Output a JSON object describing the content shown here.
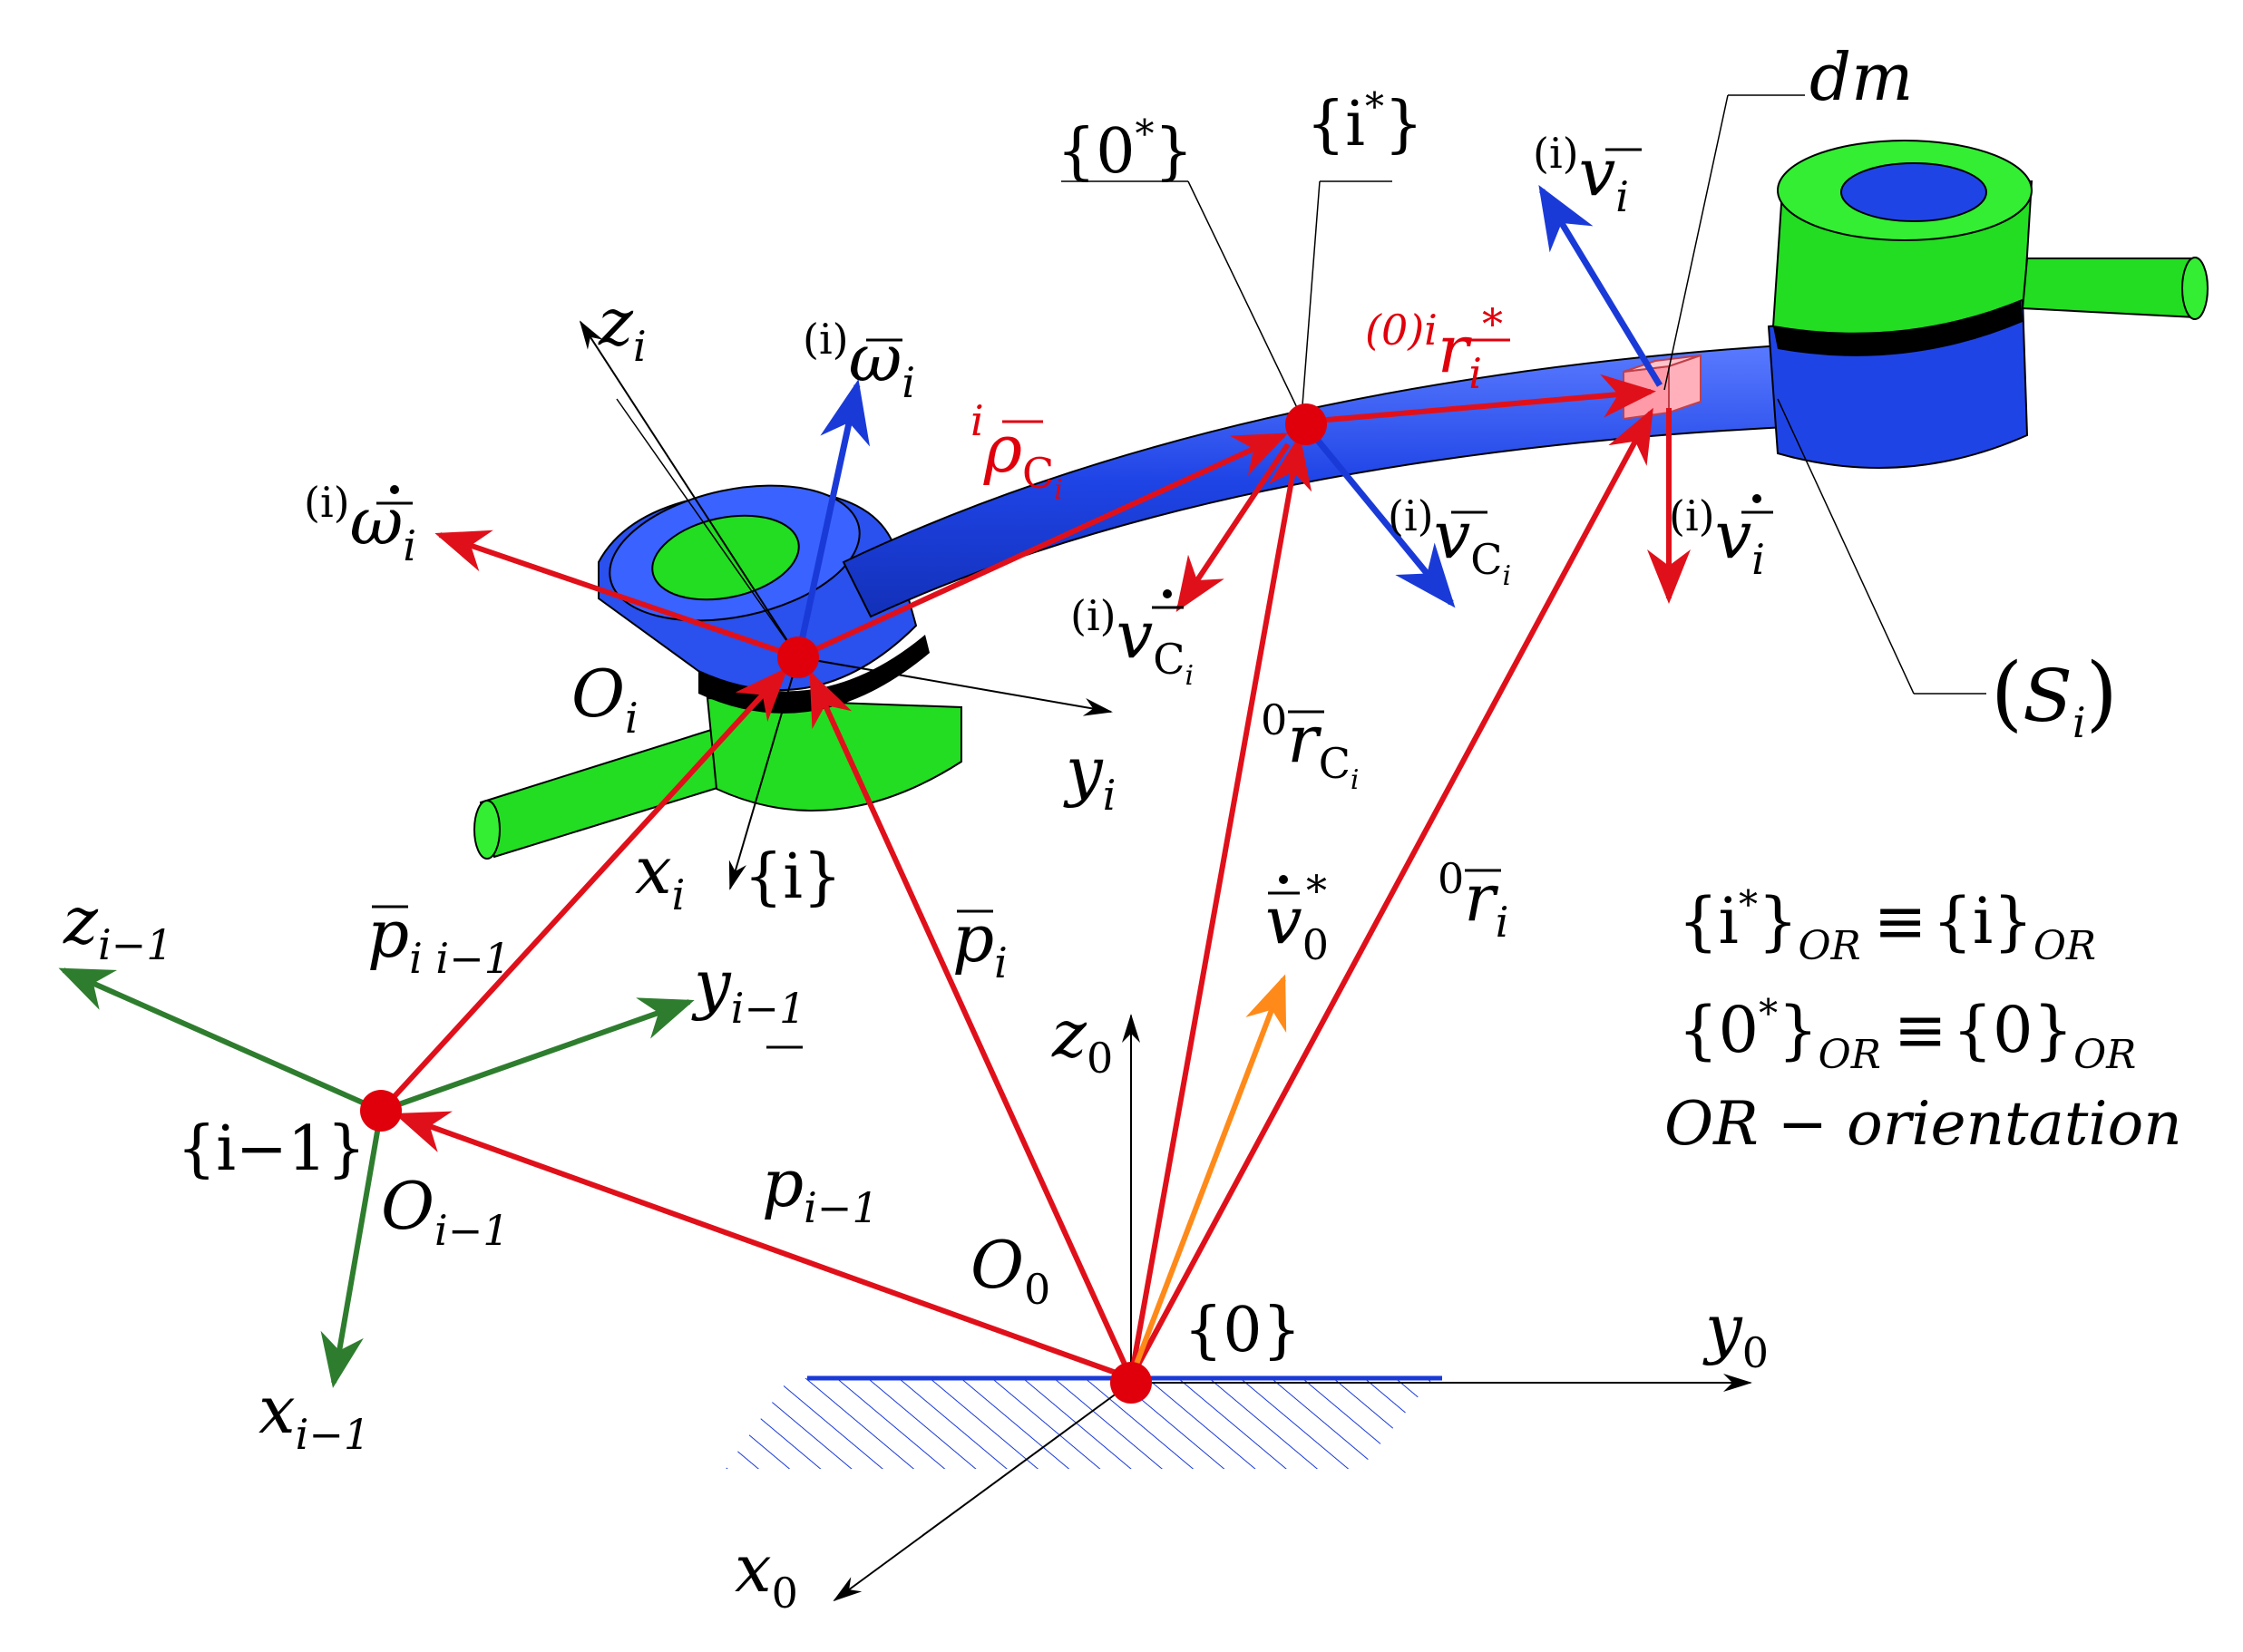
{
  "colors": {
    "position_vector": "#e0101a",
    "velocity_vector": "#1a3ad8",
    "frame_axis_prev": "#2e7d2e",
    "frame_axis_base": "#000000",
    "link_body": "#1f44e6",
    "joint_collar": "#22dd22",
    "ground": "#1a3ad8",
    "acc_base": "#ff8a1a",
    "mass_element": "#ff9aa8"
  },
  "frames": {
    "base": {
      "set": "{0}",
      "origin": "O",
      "origin_sub": "0",
      "x": "x",
      "x_sub": "0",
      "y": "y",
      "y_sub": "0",
      "z": "z",
      "z_sub": "0"
    },
    "prev": {
      "set": "{i−1}",
      "origin": "O",
      "origin_sub": "i−1",
      "x": "x",
      "x_sub": "i−1",
      "y": "y",
      "y_sub": "i−1",
      "z": "z",
      "z_sub": "i−1"
    },
    "link": {
      "set": "{i}",
      "origin": "O",
      "origin_sub": "i",
      "x": "x",
      "x_sub": "i",
      "y": "y",
      "y_sub": "i",
      "z": "z",
      "z_sub": "i"
    },
    "moving_base": {
      "set_open": "{0",
      "set_star": "*",
      "set_close": "}"
    },
    "moving_link": {
      "set_open": "{i",
      "set_star": "*",
      "set_close": "}"
    }
  },
  "vectors": {
    "p_prev": {
      "sym": "p",
      "sub": "i−1"
    },
    "p_i": {
      "sym": "p",
      "sub": "i"
    },
    "p_ii1": {
      "sym": "p",
      "sub": "i i−1"
    },
    "r_Ci": {
      "pre": "0",
      "sym": "r",
      "sub": "C",
      "subsub": "i"
    },
    "r_i": {
      "pre": "0",
      "sym": "r",
      "sub": "i"
    },
    "rho_Ci": {
      "pre": "i",
      "sym": "ρ",
      "sub": "C",
      "subsub": "i"
    },
    "r_star": {
      "pre": "(0)i",
      "sym": "r",
      "sub": "i",
      "sup": "*"
    },
    "omega": {
      "pre": "(i)",
      "sym": "ω",
      "sub": "i"
    },
    "omega_dot": {
      "pre": "(i)",
      "sym": "ω",
      "sub": "i"
    },
    "v_Ci": {
      "pre": "(i)",
      "sym": "v",
      "sub": "C",
      "subsub": "i"
    },
    "v_Ci_dot": {
      "pre": "(i)",
      "sym": "v",
      "sub": "C",
      "subsub": "i"
    },
    "v_i": {
      "pre": "(i)",
      "sym": "v",
      "sub": "i"
    },
    "v_i_dot": {
      "pre": "(i)",
      "sym": "v",
      "sub": "i"
    },
    "v0_dot": {
      "sym": "v",
      "sub": "0",
      "sup": "*"
    }
  },
  "labels": {
    "dm": "dm",
    "body": "S",
    "body_sub": "i"
  },
  "notes": {
    "line1_open": "{i",
    "line1_star": "*",
    "line1_close": "}",
    "line1_sub": "OR",
    "line1_eq": "≡",
    "line1_rhs": "{i}",
    "line1_rhs_sub": "OR",
    "line2_open": "{0",
    "line2_star": "*",
    "line2_close": "}",
    "line2_sub": "OR",
    "line2_eq": "≡",
    "line2_rhs": "{0}",
    "line2_rhs_sub": "OR",
    "line3": "OR − orientation"
  }
}
